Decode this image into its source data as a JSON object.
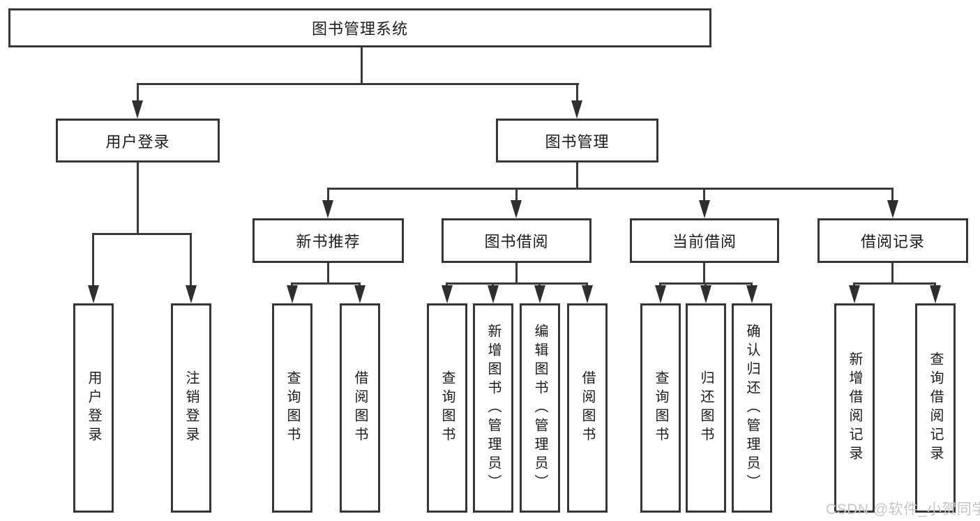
{
  "colors": {
    "line": "#3a3a3a",
    "box_border": "#363636",
    "text": "#1c1c1c",
    "watermark_text": "#c7c7c7",
    "background": "#ffffff"
  },
  "chart_data": {
    "type": "diagram-tree",
    "title": "图书管理系统",
    "legend_position": "none"
  },
  "tree": {
    "root": {
      "label": "图书管理系统"
    },
    "branches": [
      {
        "label": "用户登录",
        "children": [
          "用户登录",
          "注销登录"
        ]
      },
      {
        "label": "图书管理",
        "children": [
          {
            "label": "新书推荐",
            "children": [
              "查询图书",
              "借阅图书"
            ]
          },
          {
            "label": "图书借阅",
            "children": [
              "查询图书",
              "新增图书（管理员）",
              "编辑图书（管理员）",
              "借阅图书"
            ]
          },
          {
            "label": "当前借阅",
            "children": [
              "查询图书",
              "归还图书",
              "确认归还（管理员）"
            ]
          },
          {
            "label": "借阅记录",
            "children": [
              "新增借阅记录",
              "查询借阅记录"
            ]
          }
        ]
      }
    ]
  },
  "watermark": {
    "text": "CSDN @软件_小贺同学"
  }
}
